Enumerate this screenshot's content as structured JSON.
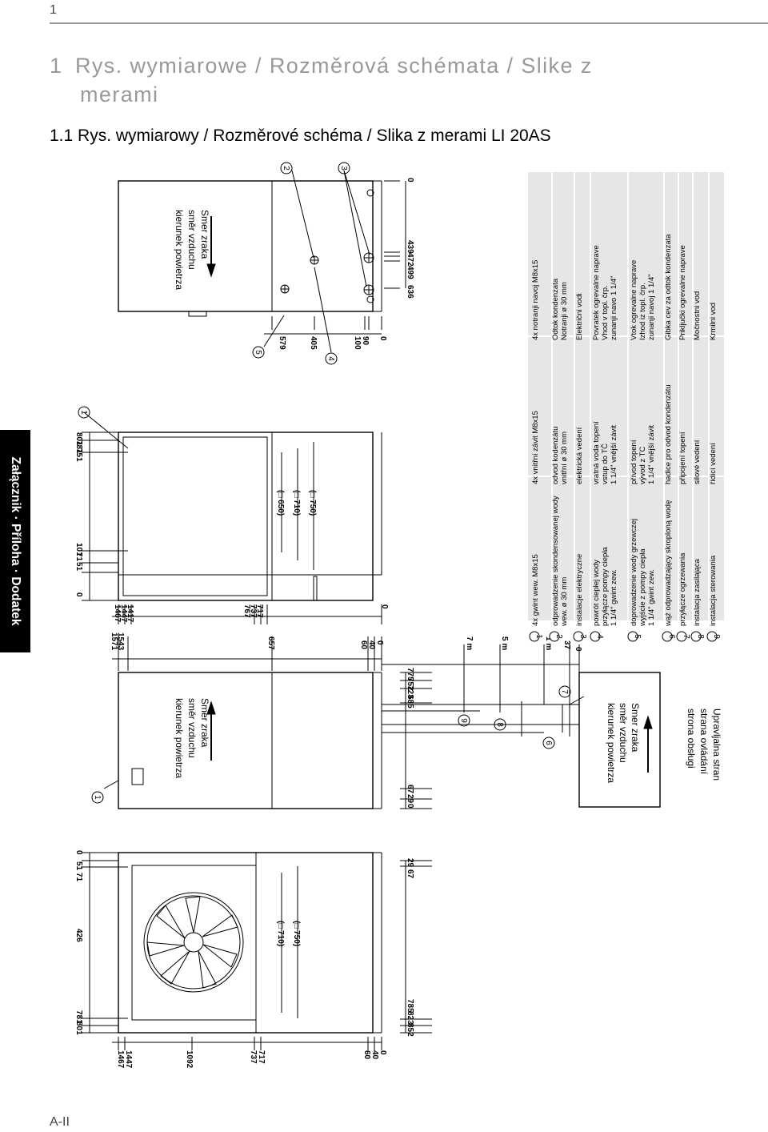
{
  "page_number": "1",
  "heading": {
    "number": "1",
    "line1": "Rys. wymiarowe / Rozměrová schémata / Slike z",
    "line2": "merami"
  },
  "subheading": "1.1 Rys. wymiarowy / Rozměrové schéma / Slika z merami LI 20AS",
  "side_tab": "Załącznik · Příloha · Dodatek",
  "footer": "A-II",
  "airflow_label": {
    "line1": "kierunek powietrza",
    "line2": "směr vzduchu",
    "line3": "Smer zraka"
  },
  "service_label": {
    "line1": "strona obsługi",
    "line2": "strana ovládání",
    "line3": "Upravljalna stran"
  },
  "distance_labels": [
    "7 m",
    "5 m",
    "1 m"
  ],
  "dims": {
    "top_view_bottom": [
      "1467",
      "1447",
      "1417",
      "767",
      "737",
      "717",
      "0"
    ],
    "top_view_left": [
      "801",
      "781",
      "751",
      "101",
      "71",
      "51",
      "0"
    ],
    "top_view_inner": [
      "(□ 650)",
      "(□ 710)",
      "(□ 750)"
    ],
    "side_view_right": [
      "0",
      "439",
      "472",
      "499",
      "636"
    ],
    "side_view_bottom": [
      "579",
      "405",
      "100",
      "90",
      "0"
    ],
    "middle_view_top": [
      "1571",
      "1543",
      "657",
      "60",
      "40",
      "0"
    ],
    "middle_view_left": [
      "775",
      "752",
      "723",
      "685",
      "67",
      "29",
      "0"
    ],
    "middle_view_right": [
      "37",
      "0"
    ],
    "front_view_left": [
      "0",
      "51",
      "71",
      "426",
      "781",
      "801"
    ],
    "front_view_right": [
      "29",
      "67",
      "785",
      "823",
      "852"
    ],
    "front_view_bottom": [
      "1467",
      "1447",
      "1092",
      "737",
      "717",
      "60",
      "40",
      "0"
    ],
    "front_view_inner": [
      "(□ 710)",
      "(□ 750)"
    ]
  },
  "legend": [
    {
      "n": "1",
      "pl": [
        "4x gwint wew. M8x15"
      ],
      "cz": [
        "4x vnitřní závit M8x15"
      ],
      "sl": [
        "4x notranji navoj M8x15"
      ]
    },
    {
      "n": "2",
      "pl": [
        "odprowadzenie skondensowanej wody",
        "wew. ø 30 mm"
      ],
      "cz": [
        "odvod kodenzátu",
        "vnitřní ø 30 mm"
      ],
      "sl": [
        "Odtok kondenzata",
        "Notranji ø 30 mm"
      ]
    },
    {
      "n": "3",
      "pl": [
        "instalacje elektryczne"
      ],
      "cz": [
        "elektrická vedení"
      ],
      "sl": [
        "Električni vodi"
      ]
    },
    {
      "n": "4",
      "pl": [
        "powrót ciepłej wody",
        "przyłącze pompy ciepła",
        "1 1/4\" gwint zew."
      ],
      "cz": [
        "vratná voda topení",
        "vstup do TČ",
        "1 1/4\" vnější závit"
      ],
      "sl": [
        "Povratek ogrevalne naprave",
        "Vhod v topl. črp.",
        "zunanji navo 1 1/4\""
      ]
    },
    {
      "n": "5",
      "pl": [
        "doprowadzenie wody grzewczej",
        "wyjście z pompy ciepła",
        "1 1/4\" gwint zew."
      ],
      "cz": [
        "přívod topení",
        "vývod z TC",
        "1 1/4\" vnější závit"
      ],
      "sl": [
        "Vtok ogrevalne naprave",
        "Izhod iz topl. črp.",
        "zunanji navoj 1 1/4\""
      ]
    },
    {
      "n": "6",
      "pl": [
        "wąż odprowadzający skroploną wodę"
      ],
      "cz": [
        "hadice pro odvod kondenzátu"
      ],
      "sl": [
        "Gibka cev za odtok kondenzata"
      ]
    },
    {
      "n": "7",
      "pl": [
        "przyłącze ogrzewania"
      ],
      "cz": [
        "připojení topení"
      ],
      "sl": [
        "Priključki ogrevalne naprave"
      ]
    },
    {
      "n": "8",
      "pl": [
        "instalacja zasilająca"
      ],
      "cz": [
        "silové vedení"
      ],
      "sl": [
        "Močnostni vod"
      ]
    },
    {
      "n": "9",
      "pl": [
        "instalacja sterowania"
      ],
      "cz": [
        "řídicí vedení"
      ],
      "sl": [
        "Krmilni vod"
      ]
    }
  ]
}
